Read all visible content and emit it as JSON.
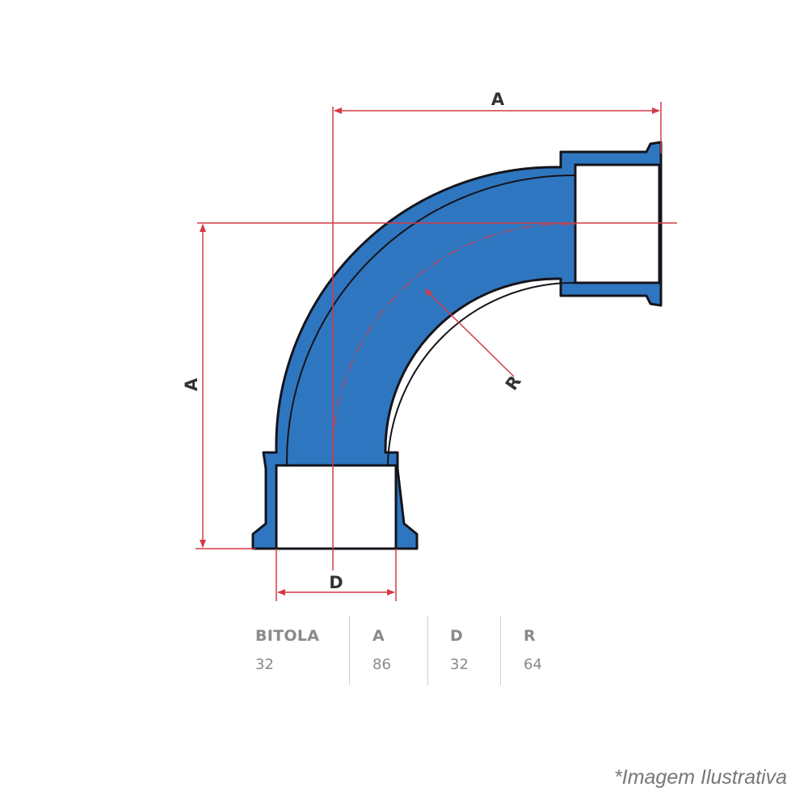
{
  "diagram": {
    "dimension_labels": {
      "top": "A",
      "left": "A",
      "bottom": "D",
      "radius": "R"
    },
    "colors": {
      "pipe": "#2f76c0",
      "outline": "#14141c",
      "dimension": "#d23a46"
    }
  },
  "table": {
    "columns": [
      {
        "header": "BITOLA",
        "value": "32"
      },
      {
        "header": "A",
        "value": "86"
      },
      {
        "header": "D",
        "value": "32"
      },
      {
        "header": "R",
        "value": "64"
      }
    ]
  },
  "footnote": "*Imagem Ilustrativa"
}
